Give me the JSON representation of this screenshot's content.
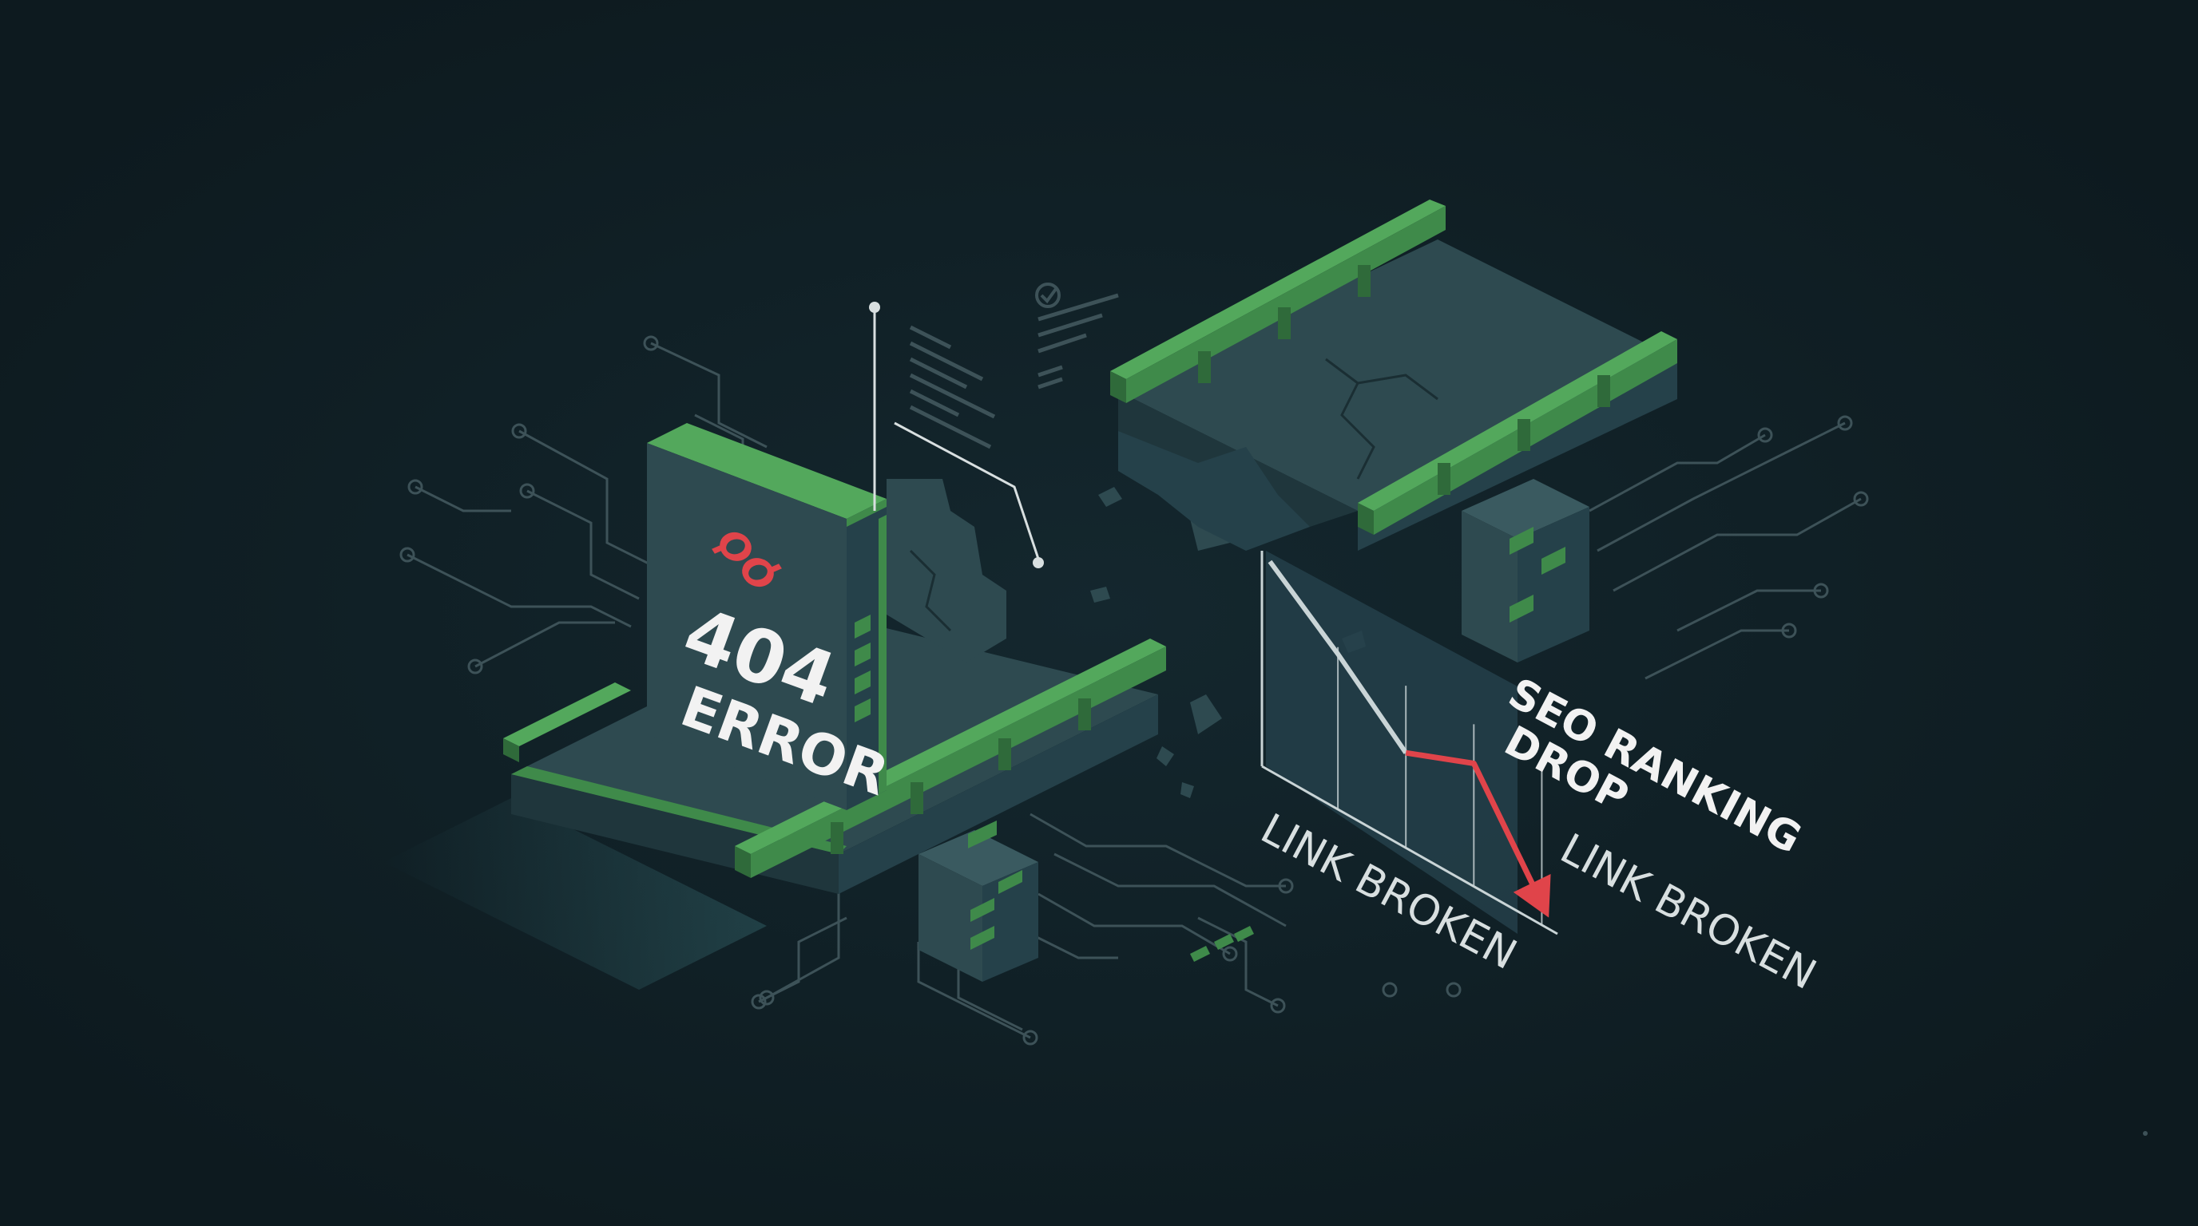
{
  "sign": {
    "code": "404",
    "label": "ERROR"
  },
  "chart_label": {
    "line1": "SEO RANKING",
    "line2": "DROP"
  },
  "left_caption": "LINK BROKEN",
  "right_caption": "LINK BROKEN",
  "icons": {
    "sign_icon": "broken-link-icon",
    "check_icon": "checkmark-icon"
  },
  "colors": {
    "background": "#0f1e24",
    "structure": "#2e4a50",
    "structure_dark": "#1f363c",
    "structure_light": "#3a5a60",
    "accent_green": "#3f8a4a",
    "accent_green_light": "#53a85c",
    "alert_red": "#e0444a",
    "text_white": "#f2f2f2",
    "trace_line": "#3d5258",
    "chart_line": "#c9d4d6"
  },
  "chart_data": {
    "type": "line",
    "series": [
      {
        "values": [
          95,
          70,
          42,
          55,
          8
        ]
      }
    ],
    "ylim": [
      0,
      100
    ]
  }
}
